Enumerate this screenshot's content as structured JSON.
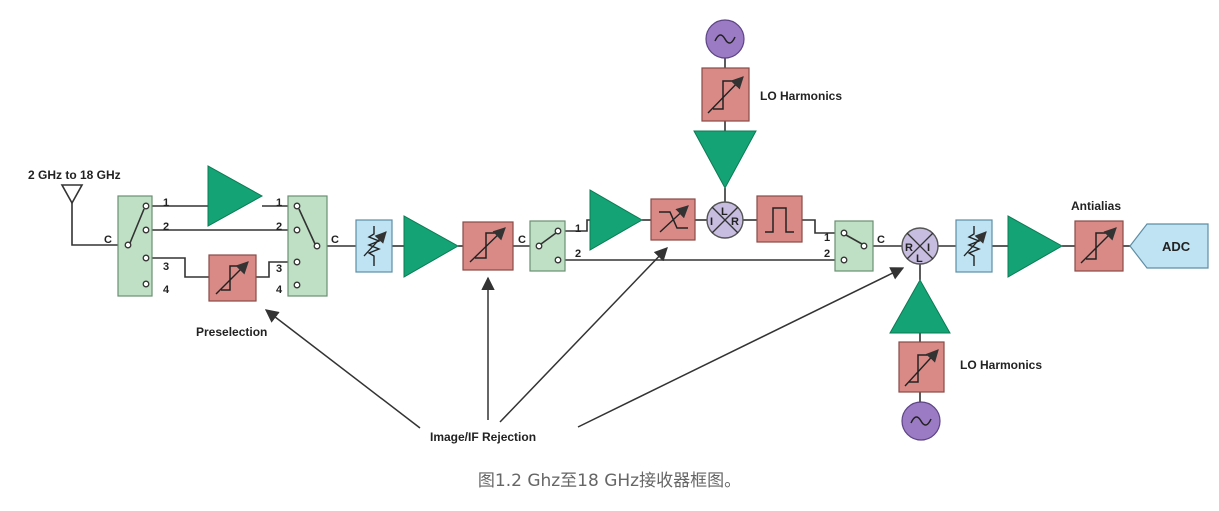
{
  "labels": {
    "input_range": "2 GHz to 18 GHz",
    "preselection": "Preselection",
    "lo_harmonics_top": "LO Harmonics",
    "lo_harmonics_bottom": "LO Harmonics",
    "antialias": "Antialias",
    "image_if_rejection": "Image/IF Rejection",
    "adc": "ADC"
  },
  "switch_pins": {
    "common": "C",
    "p1": "1",
    "p2": "2",
    "p3": "3",
    "p4": "4"
  },
  "mixer_ports": {
    "l": "L",
    "i": "I",
    "r": "R"
  },
  "caption": "图1.2 Ghz至18 GHz接收器框图。",
  "colors": {
    "switch_fill": "#bfe0c5",
    "filter_fill": "#d98a86",
    "amp_fill": "#13a374",
    "attenuator_fill": "#bfe3f2",
    "mixer_fill": "#c7bde0",
    "oscillator_fill": "#9b7bc4",
    "adc_fill": "#bfe3f2",
    "wire": "#333333"
  }
}
